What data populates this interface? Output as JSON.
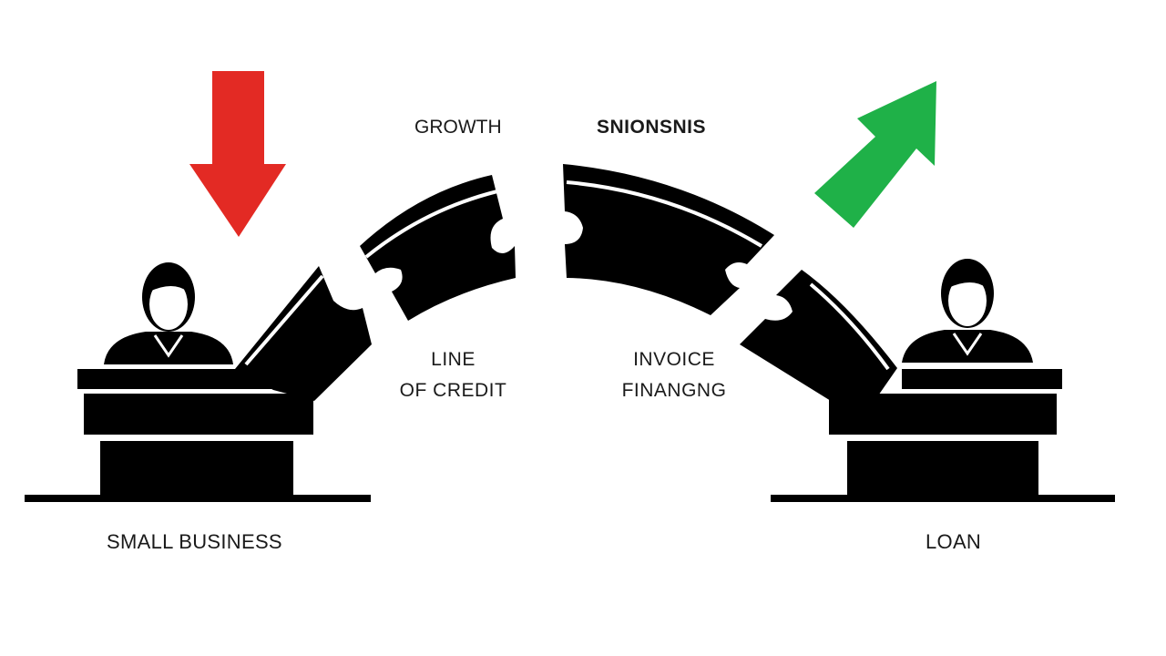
{
  "labels": {
    "growth": "GROWTH",
    "top_right": "SNIONSNIS",
    "line_of_credit": [
      "LINE",
      "OF CREDIT"
    ],
    "invoice_financing": [
      "INVOICE",
      "FINANGNG"
    ],
    "small_business": "SMALL BUSINESS",
    "loan": "LOAN"
  },
  "colors": {
    "down_arrow": "#e32a24",
    "up_arrow": "#1fb148",
    "ink": "#000000",
    "text": "#1a1a1a",
    "background": "#ffffff"
  },
  "icons": {
    "left_arrow": "arrow-down-icon",
    "right_arrow": "arrow-up-right-icon",
    "left_person": "person-icon",
    "right_person": "person-icon"
  }
}
